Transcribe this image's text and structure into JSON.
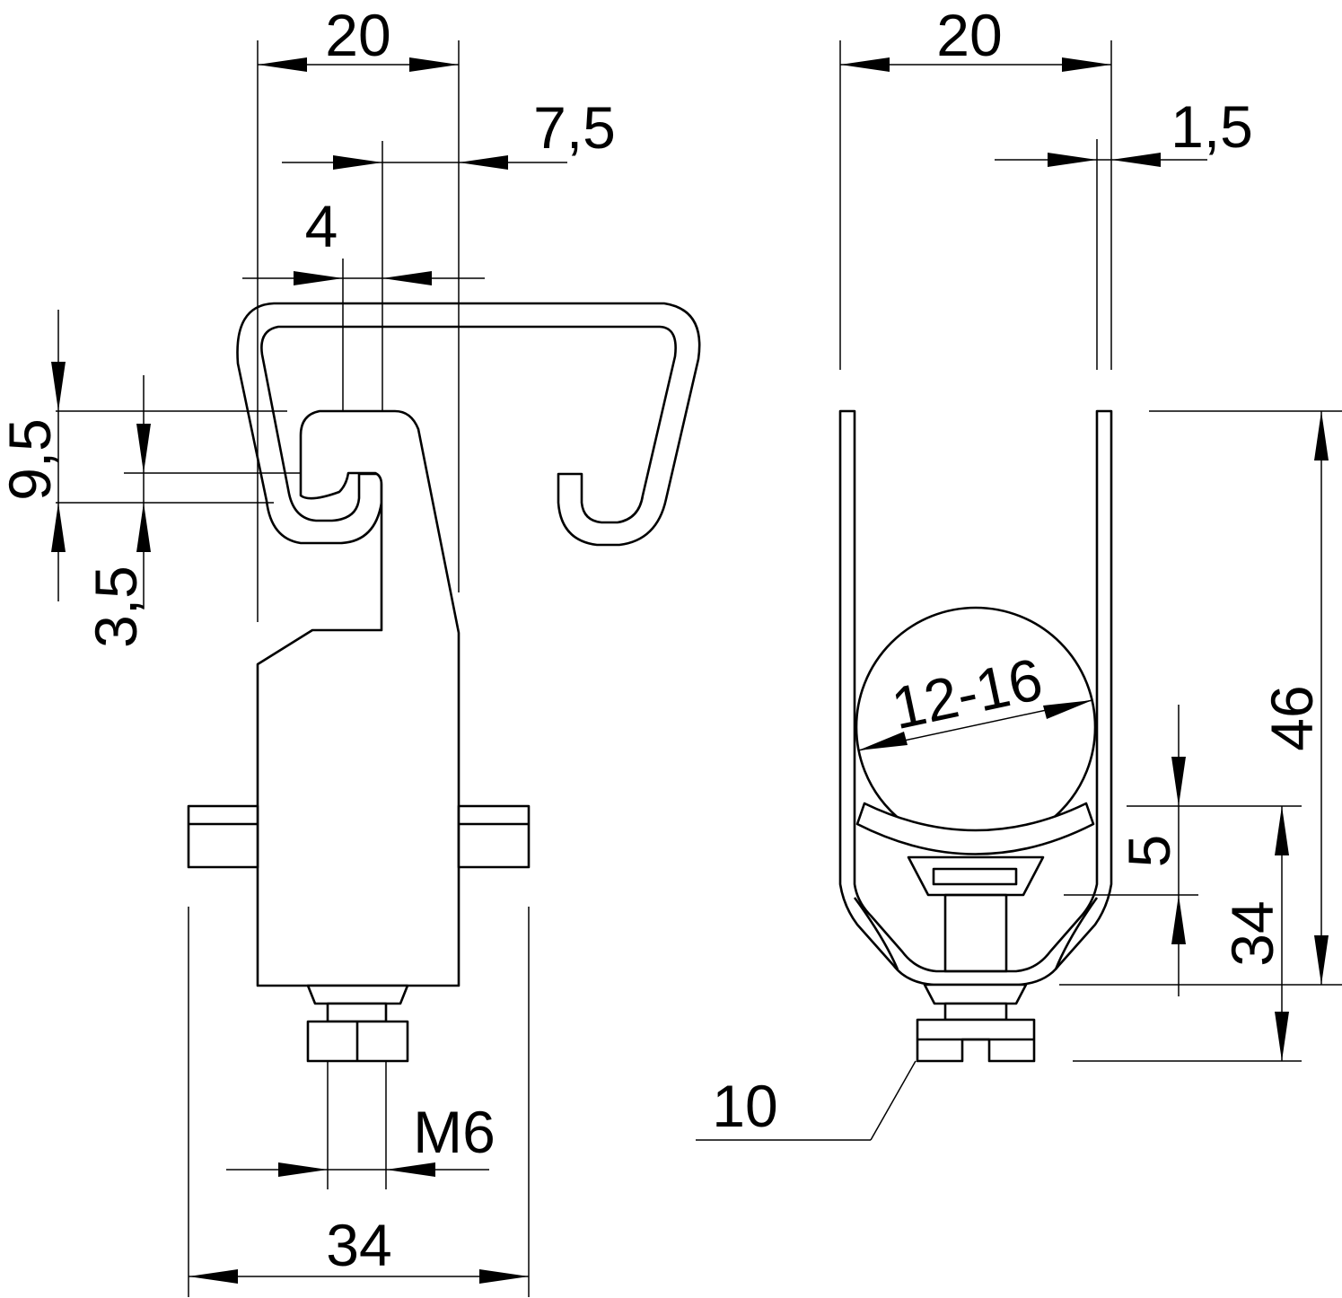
{
  "dimensions": {
    "side_top_width": "20",
    "side_offset": "7,5",
    "side_hook_gap": "4",
    "side_height_a": "9,5",
    "side_height_b": "3,5",
    "side_thread": "M6",
    "side_base_width": "34",
    "front_top_width": "20",
    "front_wall": "1,5",
    "front_diameter": "12-16",
    "front_total_height": "46",
    "front_gap": "5",
    "front_height": "34",
    "front_nut": "10"
  }
}
